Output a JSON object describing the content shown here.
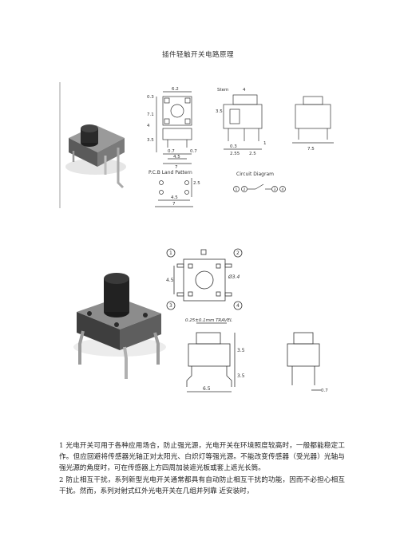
{
  "document": {
    "title": "插件轻触开关电路原理",
    "paragraphs": [
      "1 光电开关可用于各种应用场合，防止强光源，光电开关在环境照度较高时，一般都能稳定工作。但应回避将传感器光轴正对太阳光、白炽灯等强光源。不能改变传感器（受光器）光轴与强光源的角度时，可在传感器上方四周加装遮光板或套上遮光长筒。",
      "2 防止相互干扰，系列新型光电开关通常都具有自动防止相互干扰的功能，因而不必担心相互干扰。然而，系列对射式红外光电开关在几组并列靠 近安装时，"
    ]
  },
  "figure1": {
    "dims": {
      "top_width": "6.2",
      "left_h1": "0.3",
      "left_h2": "7.1",
      "left_h3": "4",
      "left_h4": "3.5",
      "pin_a": "0.7",
      "pin_b": "0.7",
      "span1": "4.5",
      "span2": "7",
      "stem_width": "4",
      "stem_h": "3.5",
      "s1": "0.3",
      "s2": "1",
      "s3": "2.55",
      "s4": "2.5",
      "side_width": "7.5",
      "pcb_h": "2.5",
      "pcb_w1": "4.5",
      "pcb_w2": "7"
    },
    "labels": {
      "stem": "Stem",
      "pcb": "P.C.B Land Pattern",
      "circuit": "Circuit Diagram",
      "pin1": "1",
      "pin2": "2",
      "pin3": "3",
      "pin4": "4"
    }
  },
  "figure2": {
    "labels": {
      "n1": "1",
      "n2": "2",
      "n3": "3",
      "n4": "4",
      "dia": "Ø3.4",
      "travel": "0.25±0.1mm TRAVEL",
      "side_h": "4.5",
      "h1": "3.5",
      "h2": "3.5",
      "base_w": "6.5",
      "pin_w": "0.7"
    }
  }
}
